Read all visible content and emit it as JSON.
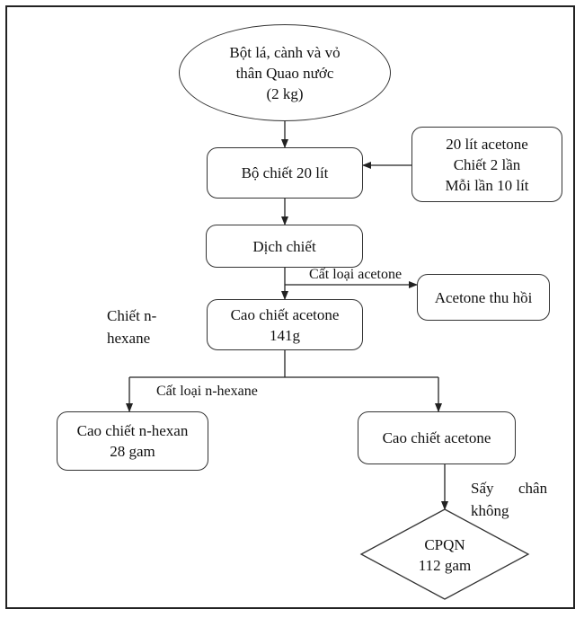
{
  "nodes": {
    "source": "Bột lá, cành và vỏ\nthân Quao nước\n(2 kg)",
    "extractor": "Bộ chiết 20 lít",
    "acetone_input": "20 lít acetone\nChiết 2 lần\nMỗi lần 10 lít",
    "extract_liquid": "Dịch chiết",
    "acetone_recovered": "Acetone thu hồi",
    "acetone_extract": "Cao chiết acetone\n141g",
    "hexane_extract": "Cao chiết n-hexan\n28 gam",
    "acetone_extract_2": "Cao chiết acetone",
    "cpqn": "CPQN\n112 gam"
  },
  "labels": {
    "distill_acetone": "Cất loại acetone",
    "extract_hexane_line1": "Chiết n-",
    "extract_hexane_line2": "hexane",
    "distill_hexane": "Cất loại n-hexane",
    "vacuum_dry_word1": "Sấy",
    "vacuum_dry_word2": "chân",
    "vacuum_dry_word3": "không"
  }
}
